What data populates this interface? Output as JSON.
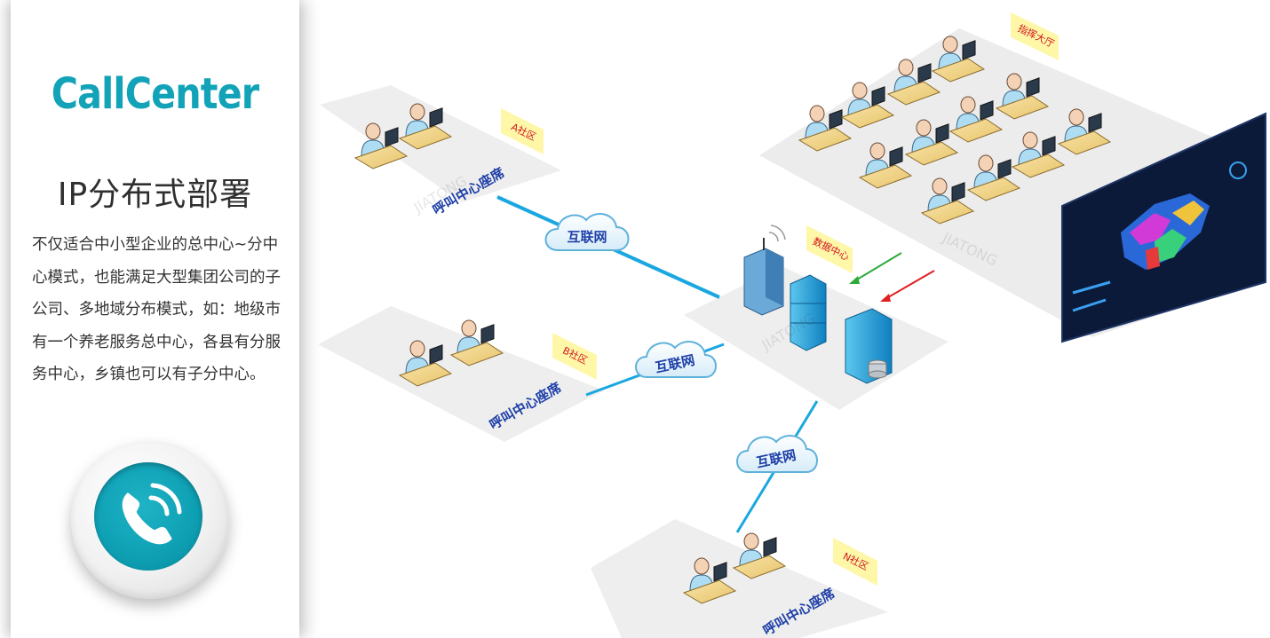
{
  "sidebar": {
    "brand": "CallCenter",
    "subtitle": "IP分布式部署",
    "description": "不仅适合中小型企业的总中心~分中心模式，也能满足大型集团公司的子公司、多地域分布模式，如：地级市有一个养老服务总中心，各县有分服务中心，乡镇也可以有子分中心。",
    "phone_icon": "phone-call-icon"
  },
  "diagram": {
    "nodes": {
      "a_community": {
        "tag": "A社区",
        "caption": "呼叫中心座席"
      },
      "b_community": {
        "tag": "B社区",
        "caption": "呼叫中心座席"
      },
      "n_community": {
        "tag": "N社区",
        "caption": "呼叫中心座席"
      },
      "data_center": {
        "tag": "数据中心"
      },
      "command_hall": {
        "tag": "指挥大厅"
      }
    },
    "clouds": [
      "互联网",
      "互联网",
      "互联网"
    ],
    "watermark": "JIATONG",
    "colors": {
      "link": "#1aa7e0",
      "arrow_green": "#2eaa3a",
      "arrow_red": "#e02020",
      "tag_bg": "#fff7a8",
      "tag_text": "#d0161b",
      "caption": "#1e3fa8",
      "accent": "#12a3b8"
    }
  }
}
